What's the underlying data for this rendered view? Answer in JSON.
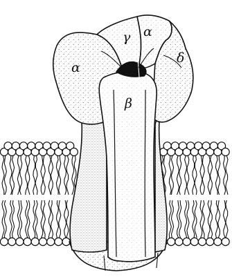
{
  "figure": {
    "labels": {
      "alpha_left": "α",
      "gamma": "γ",
      "alpha_right": "α",
      "delta": "δ",
      "beta": "β"
    },
    "colors": {
      "ink": "#111111",
      "fill": "#ffffff",
      "stipple": "#4a4a4a"
    }
  }
}
